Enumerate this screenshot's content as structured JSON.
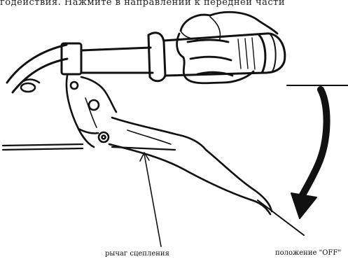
{
  "header": {
    "cut_text": "годействия. Нажмите в направлении к передней части"
  },
  "labels": {
    "clutch_lever": "рычаг сцепления",
    "off_position": "положение \"OFF\""
  },
  "colors": {
    "ink": "#111111",
    "paper": "#ffffff"
  }
}
